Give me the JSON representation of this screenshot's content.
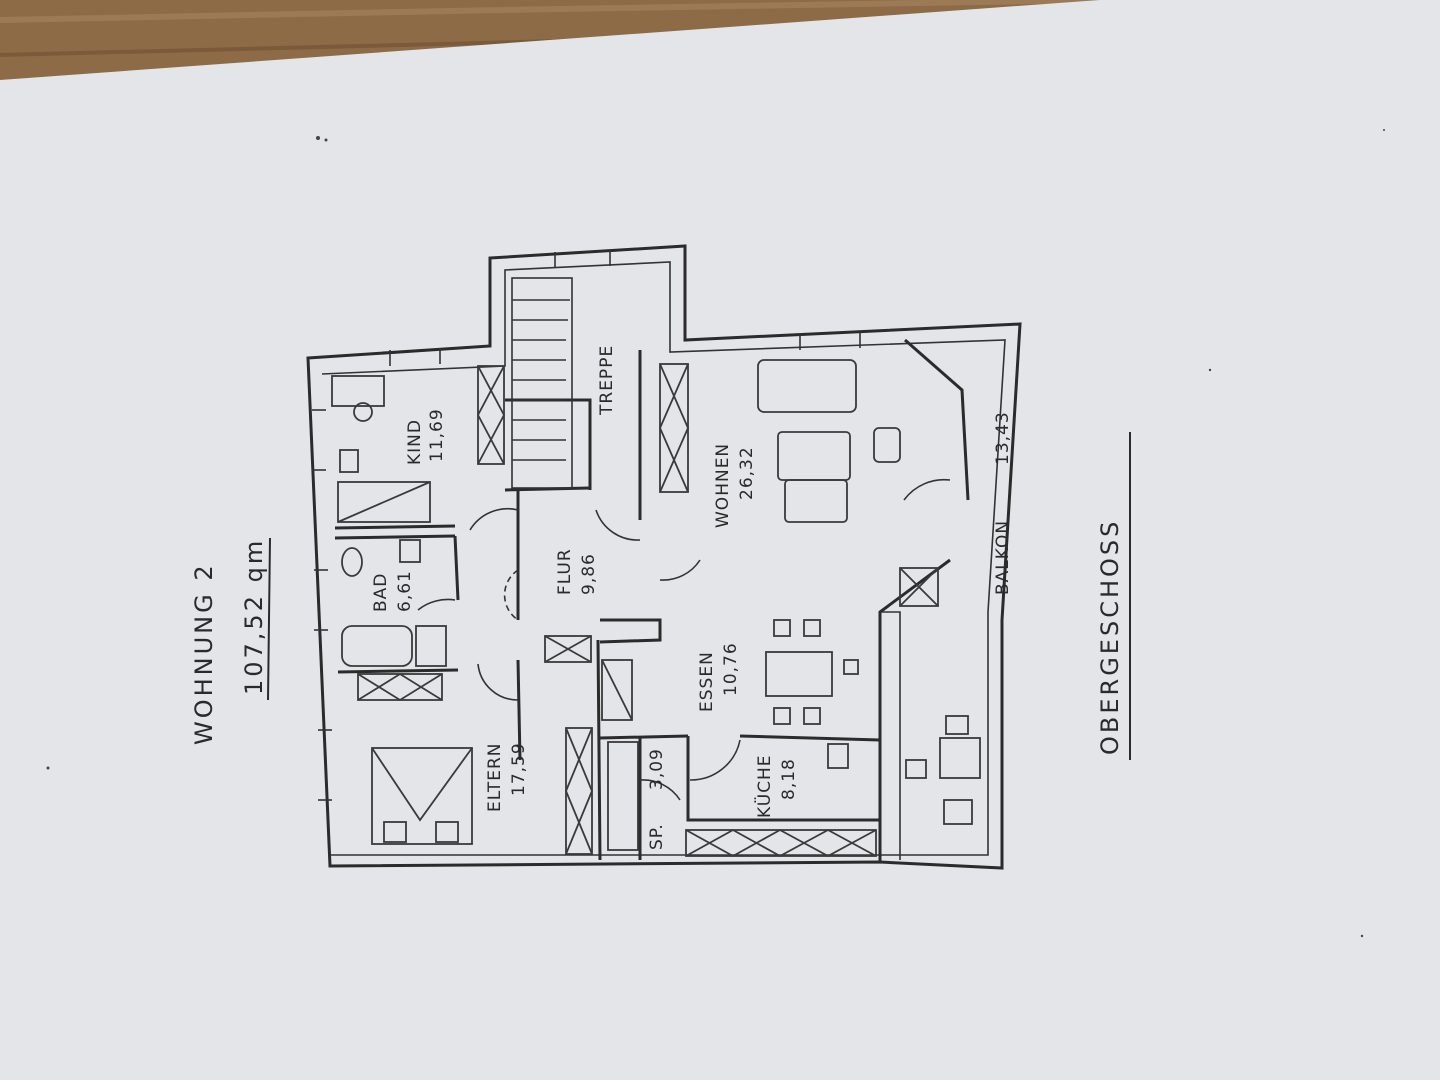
{
  "plan": {
    "apartment_title": "WOHNUNG 2",
    "apartment_area": "107,52 qm",
    "floor_title": "OBERGESCHOSS"
  },
  "rooms": {
    "kind": {
      "name": "KIND",
      "area": "11,69"
    },
    "bad": {
      "name": "BAD",
      "area": "6,61"
    },
    "eltern": {
      "name": "ELTERN",
      "area": "17,59"
    },
    "flur": {
      "name": "FLUR",
      "area": "9,86"
    },
    "treppe": {
      "name": "TREPPE"
    },
    "wohnen": {
      "name": "WOHNEN",
      "area": "26,32"
    },
    "essen": {
      "name": "ESSEN",
      "area": "10,76"
    },
    "kueche": {
      "name": "KÜCHE",
      "area": "8,18"
    },
    "speis": {
      "name": "SP.",
      "area": "3,09"
    },
    "balkon": {
      "name": "BALKON",
      "area": "13,43"
    }
  },
  "colors": {
    "paper": "#e4e5e9",
    "wood": "#8a6a48",
    "ink": "#2b2b2b"
  }
}
